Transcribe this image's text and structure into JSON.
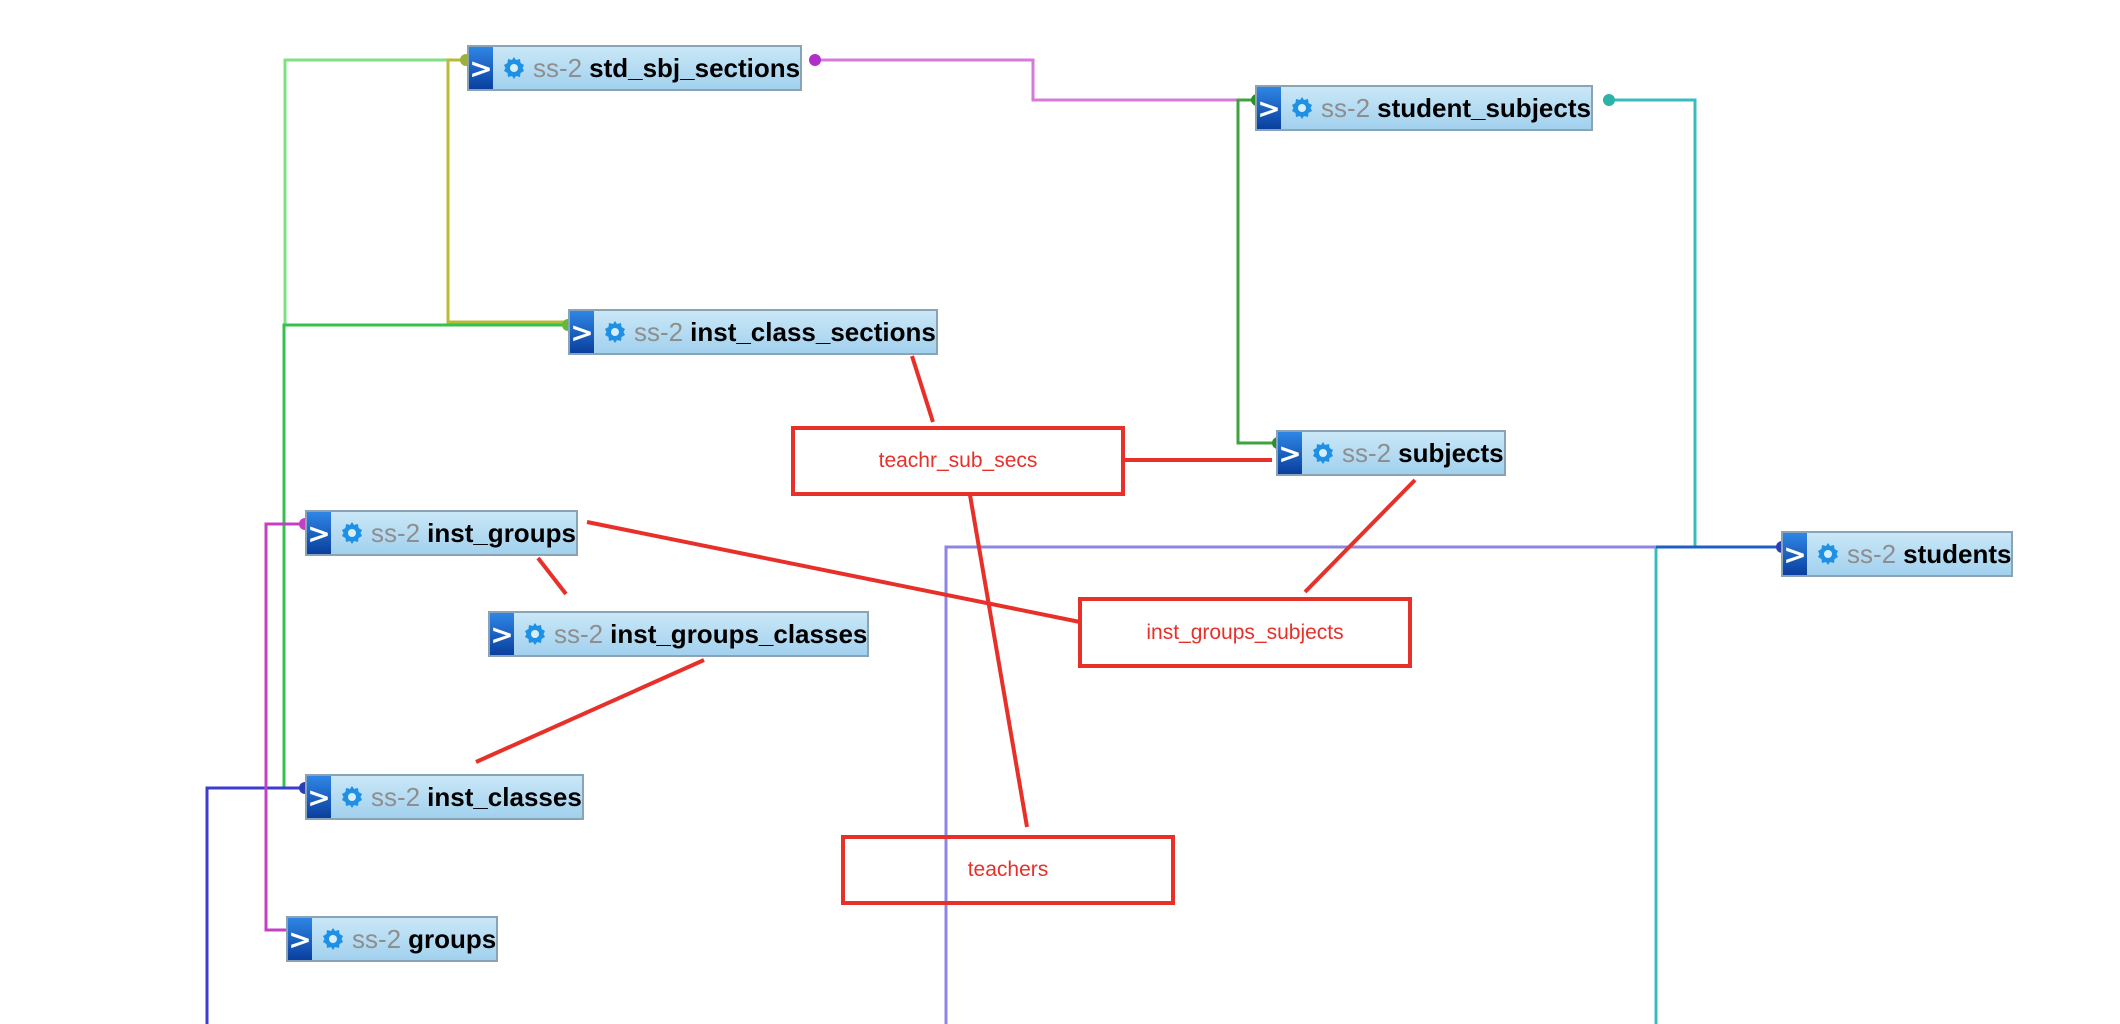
{
  "diagram": {
    "schema_prefix": "ss-2",
    "tables": [
      {
        "id": "std_sbj_sections",
        "name": "std_sbj_sections"
      },
      {
        "id": "student_subjects",
        "name": "student_subjects"
      },
      {
        "id": "inst_class_sections",
        "name": "inst_class_sections"
      },
      {
        "id": "subjects",
        "name": "subjects"
      },
      {
        "id": "inst_groups",
        "name": "inst_groups"
      },
      {
        "id": "students",
        "name": "students"
      },
      {
        "id": "inst_groups_classes",
        "name": "inst_groups_classes"
      },
      {
        "id": "inst_classes",
        "name": "inst_classes"
      },
      {
        "id": "groups",
        "name": "groups"
      }
    ],
    "annotations": [
      {
        "id": "teachr_sub_secs",
        "label": "teachr_sub_secs"
      },
      {
        "id": "inst_groups_subjects",
        "label": "inst_groups_subjects"
      },
      {
        "id": "teachers",
        "label": "teachers"
      }
    ],
    "colors": {
      "annotation_red": "#e8302a",
      "connector_lightgreen": "#7fe07f",
      "connector_olive": "#b9b93a",
      "connector_orchid": "#d57ad9",
      "connector_green": "#3ea33e",
      "connector_teal": "#3bbcbc",
      "connector_purple": "#8e84e3",
      "connector_blue": "#3c3cd0",
      "connector_magenta": "#c43fc4",
      "node_toggle_blue": "#1a5fd0",
      "node_gear_blue": "#1e90e6"
    }
  }
}
